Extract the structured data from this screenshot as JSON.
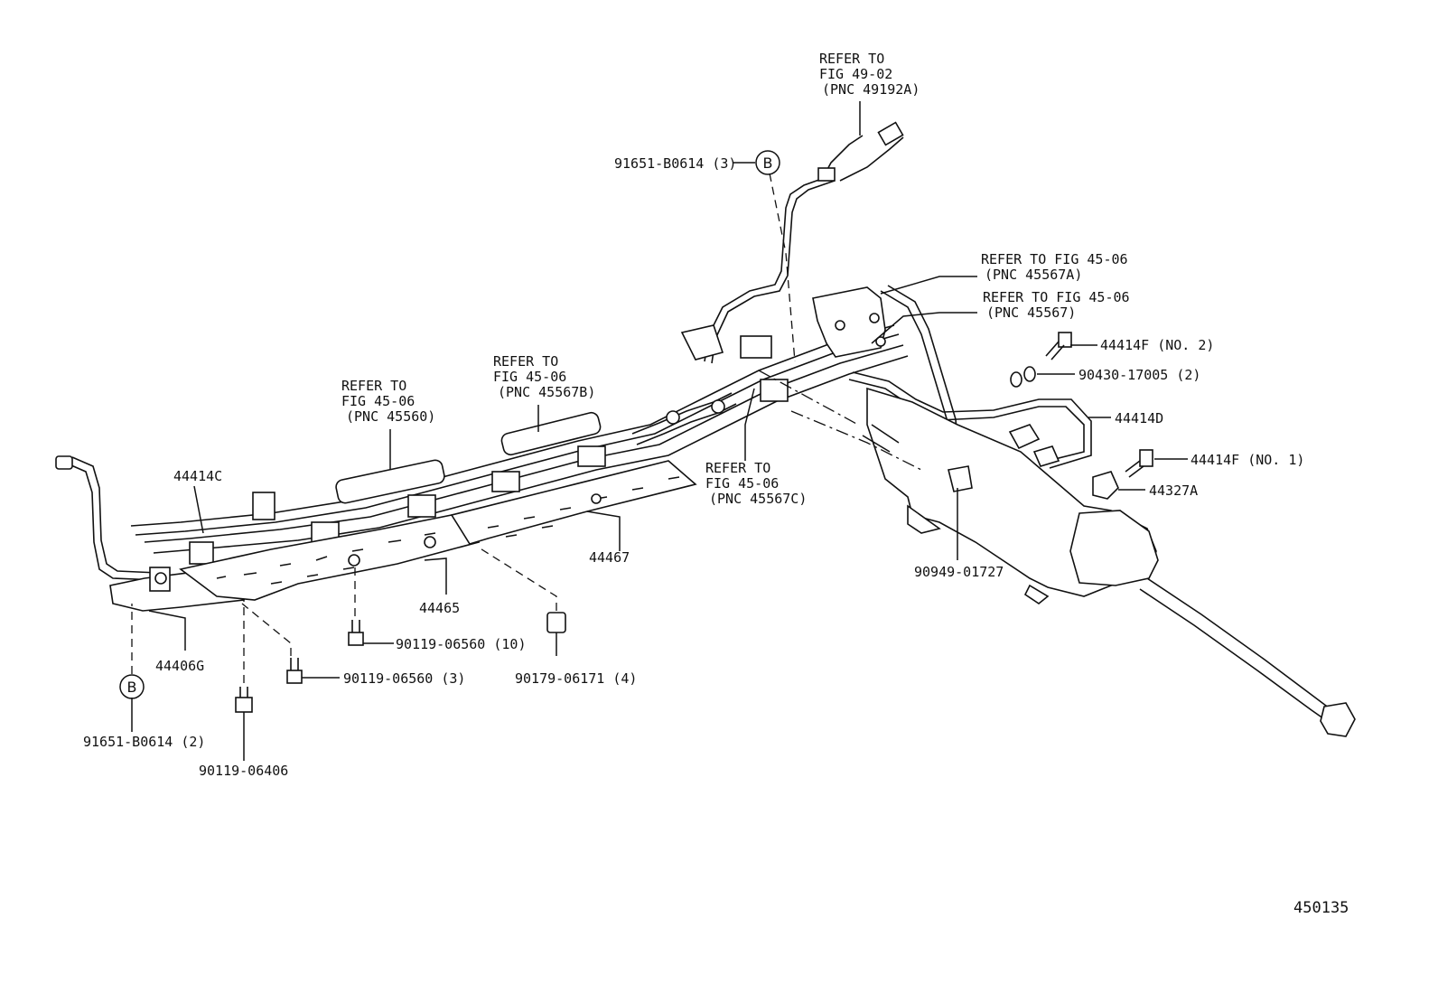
{
  "labels": {
    "refer_fig_49_02_line1": "REFER TO",
    "refer_fig_49_02_line2": "FIG 49-02",
    "refer_fig_49_02_line3": "(PNC 49192A)",
    "clip_91651_top": "91651-B0614 (3)",
    "refer_45567a_line1": "REFER TO FIG 45-06",
    "refer_45567a_line2": "(PNC 45567A)",
    "refer_45567_line1": "REFER TO FIG 45-06",
    "refer_45567_line2": "(PNC 45567)",
    "bolt_44414f_no2": "44414F (NO. 2)",
    "washer_90430": "90430-17005 (2)",
    "tube_44414d": "44414D",
    "bolt_44414f_no1": "44414F (NO. 1)",
    "grommet_44327a": "44327A",
    "refer_45567b_line1": "REFER TO",
    "refer_45567b_line2": "FIG 45-06",
    "refer_45567b_line3": "(PNC 45567B)",
    "refer_45560_line1": "REFER TO",
    "refer_45560_line2": "FIG 45-06",
    "refer_45560_line3": "(PNC 45560)",
    "tube_44414c": "44414C",
    "refer_45567c_line1": "REFER TO",
    "refer_45567c_line2": "FIG 45-06",
    "refer_45567c_line3": "(PNC 45567C)",
    "clamp_90949": "90949-01727",
    "plate_44467": "44467",
    "plate_44465": "44465",
    "bracket_44406g": "44406G",
    "bolt_90119_10": "90119-06560 (10)",
    "bolt_90119_3": "90119-06560 (3)",
    "nut_90179": "90179-06171 (4)",
    "clip_91651_bottom": "91651-B0614 (2)",
    "bolt_90119_06406": "90119-06406",
    "marker_b": "B",
    "figure_number": "450135"
  }
}
